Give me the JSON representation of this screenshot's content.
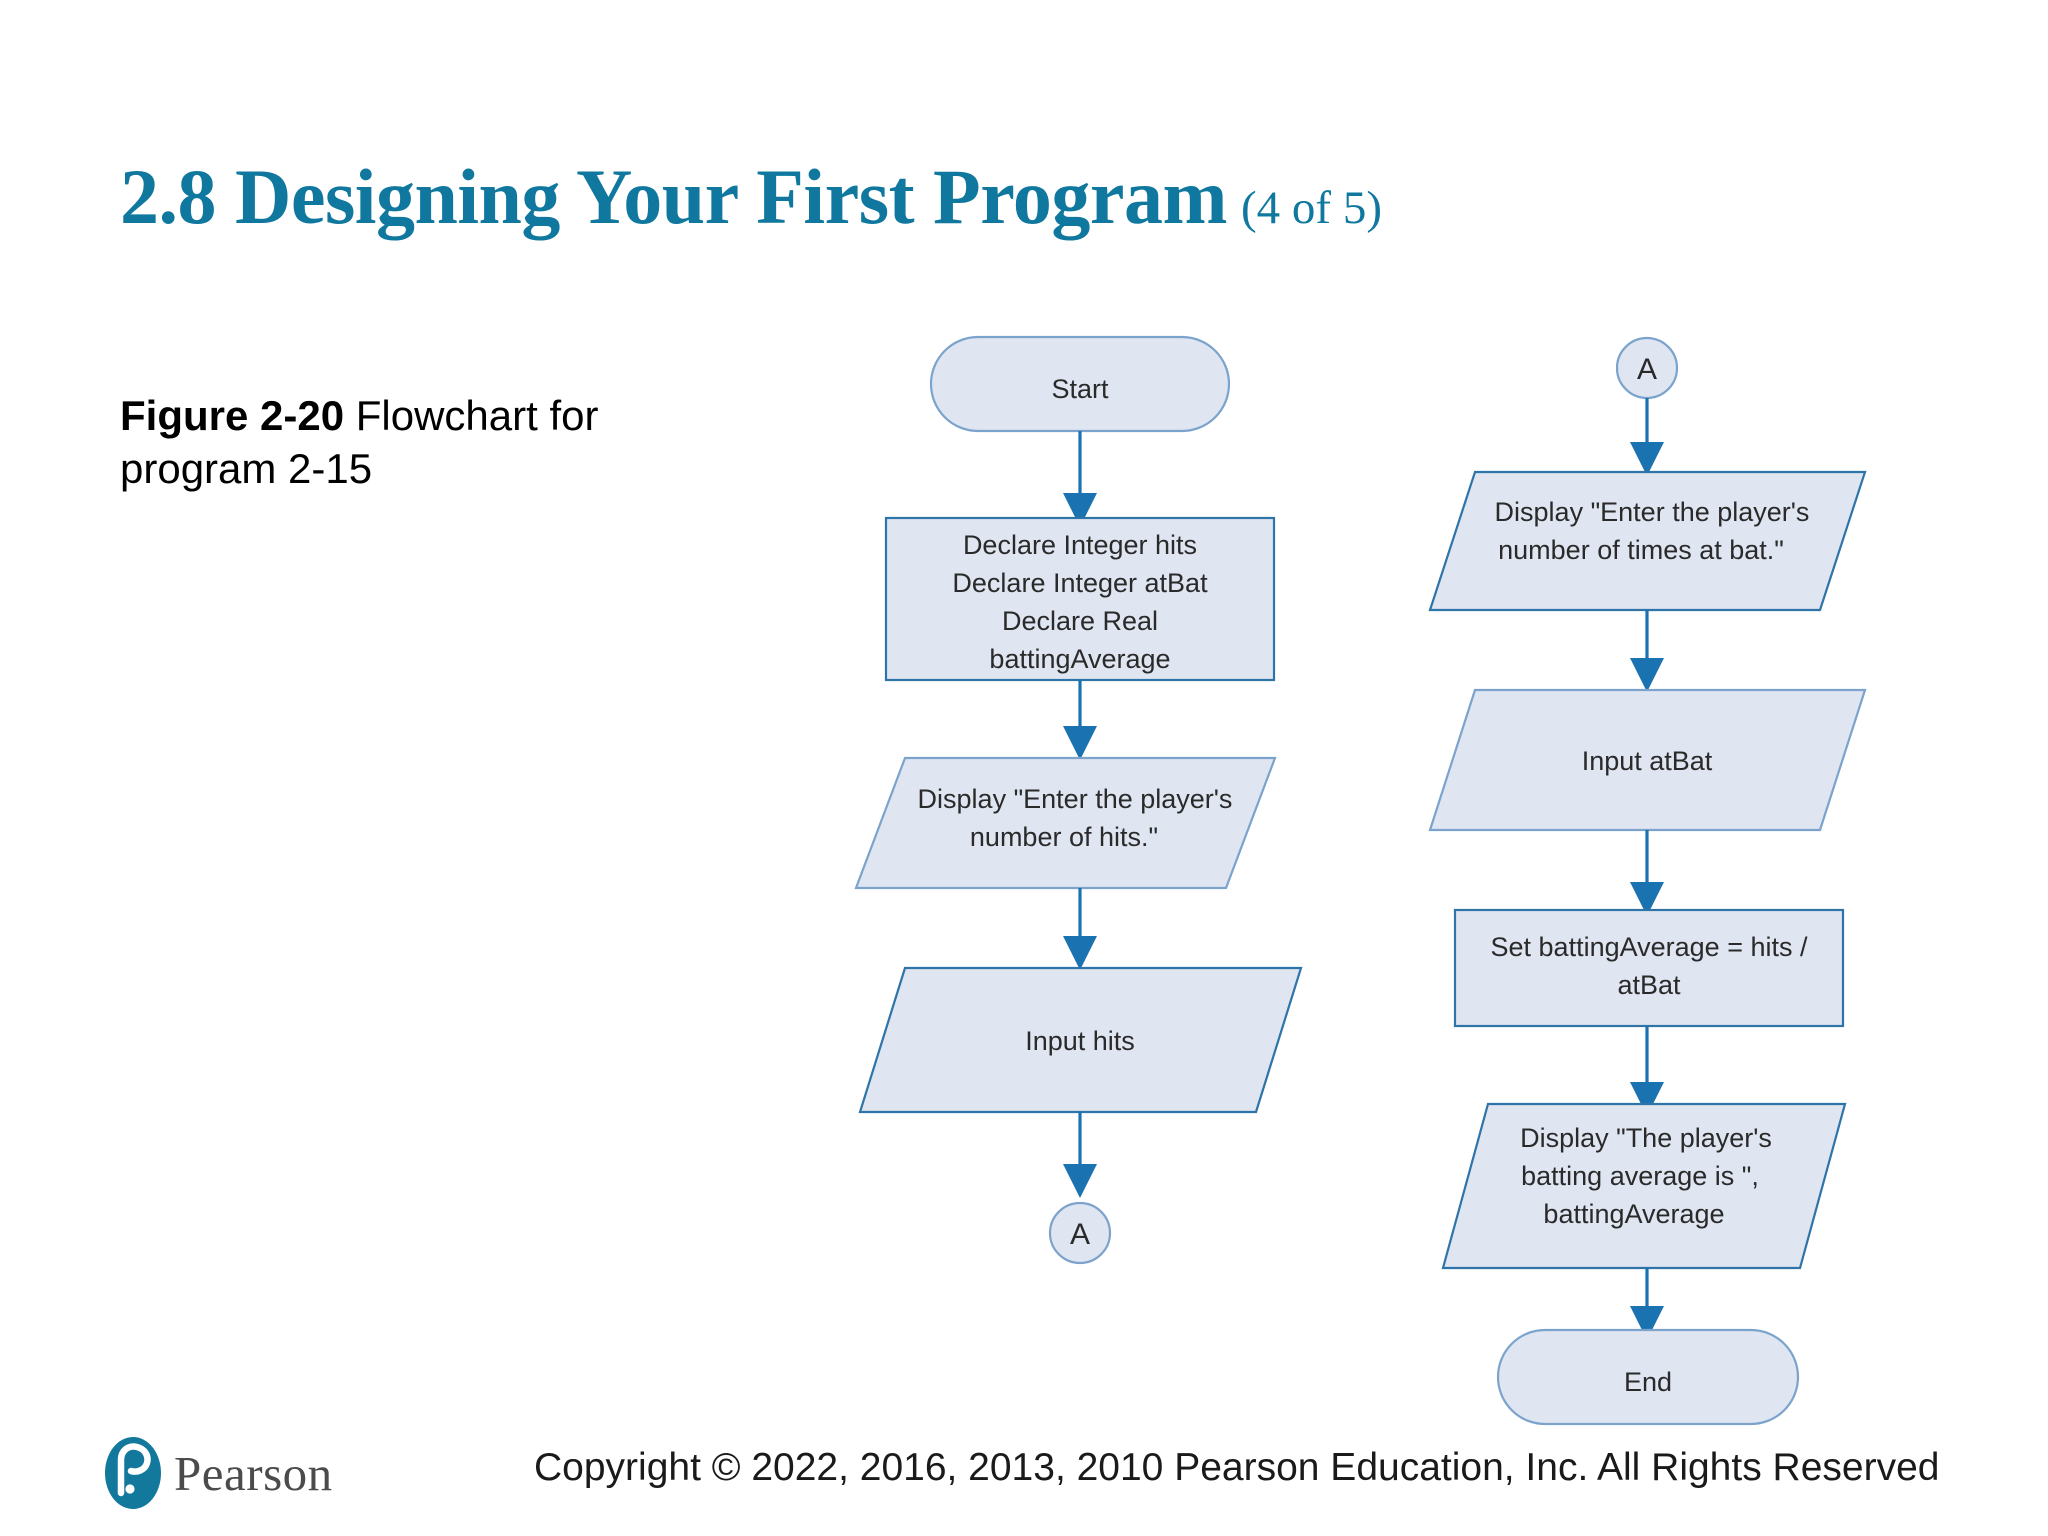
{
  "slide": {
    "title_main": "2.8 Designing Your First Program",
    "title_sub": "(4 of 5)",
    "title_color": "#10789f"
  },
  "figure": {
    "caption_strong": "Figure 2-20",
    "caption_rest": " Flowchart for program 2-15"
  },
  "flowchart": {
    "shape_fill": "#dfe5f1",
    "shape_stroke": "#2e74a8",
    "line_color": "#1b72b0",
    "left_column": [
      {
        "id": "start",
        "type": "terminator",
        "lines": [
          "Start"
        ]
      },
      {
        "id": "declare",
        "type": "process",
        "lines": [
          "Declare Integer hits",
          "Declare Integer atBat",
          "Declare Real",
          "battingAverage"
        ]
      },
      {
        "id": "display-hits-prompt",
        "type": "io",
        "lines": [
          "Display \"Enter the player's",
          "number of hits.\""
        ]
      },
      {
        "id": "input-hits",
        "type": "io",
        "lines": [
          "Input hits"
        ]
      },
      {
        "id": "connector-a-out",
        "type": "connector",
        "lines": [
          "A"
        ]
      }
    ],
    "right_column": [
      {
        "id": "connector-a-in",
        "type": "connector",
        "lines": [
          "A"
        ]
      },
      {
        "id": "display-atbat-prompt",
        "type": "io",
        "lines": [
          "Display \"Enter the player's",
          "number of times at bat.\""
        ]
      },
      {
        "id": "input-atbat",
        "type": "io",
        "lines": [
          "Input atBat"
        ]
      },
      {
        "id": "set-average",
        "type": "process",
        "lines": [
          "Set battingAverage = hits /",
          "atBat"
        ]
      },
      {
        "id": "display-average",
        "type": "io",
        "lines": [
          "Display \"The player's",
          "batting average is \",",
          "battingAverage"
        ]
      },
      {
        "id": "end",
        "type": "terminator",
        "lines": [
          "End"
        ]
      }
    ]
  },
  "footer": {
    "brand": "Pearson",
    "brand_color": "#12789c",
    "copyright": "Copyright © 2022, 2016, 2013, 2010 Pearson Education, Inc. All Rights Reserved"
  }
}
